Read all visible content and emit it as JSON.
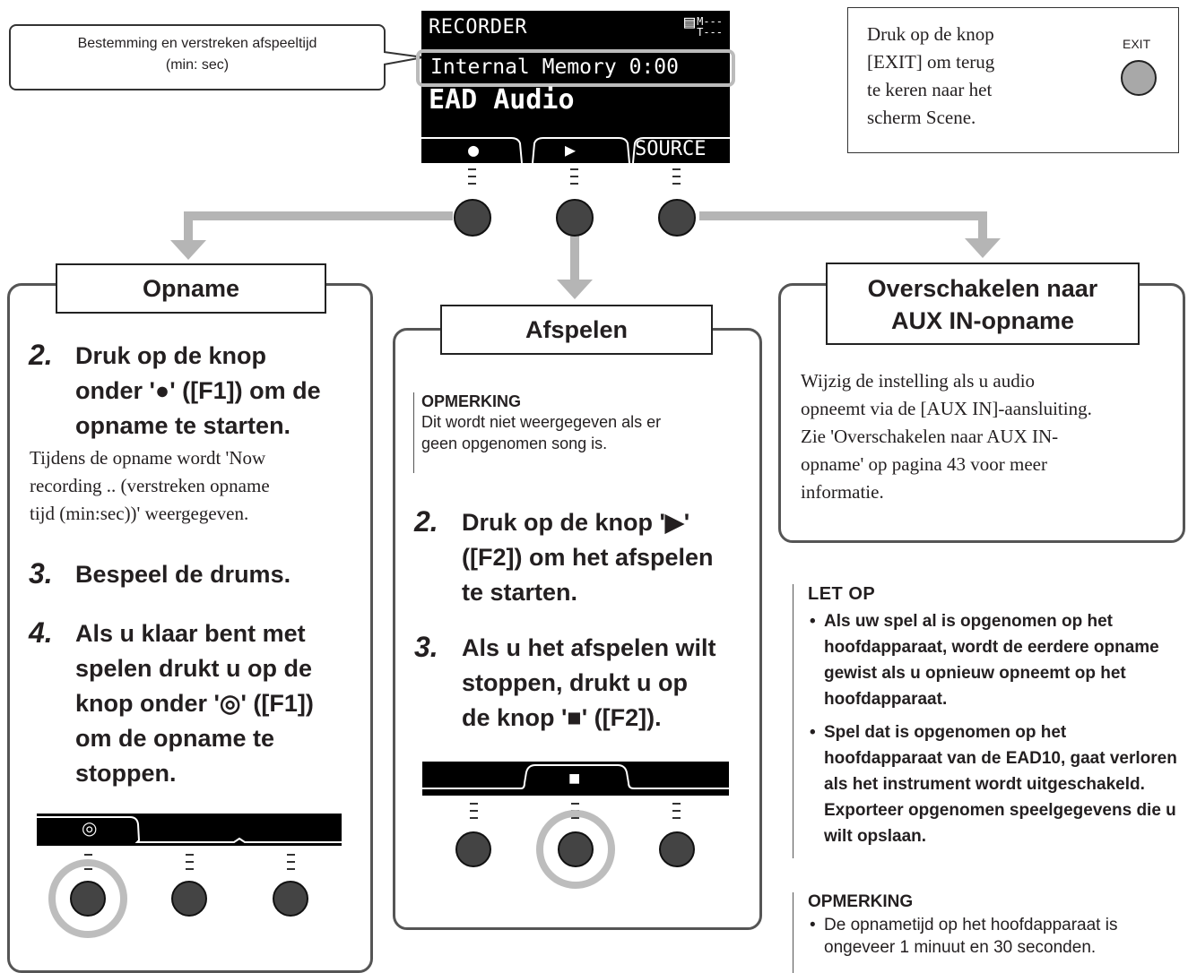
{
  "callout": {
    "line1": "Bestemming en verstreken afspeeltijd",
    "line2": "(min: sec)"
  },
  "lcd": {
    "title": "RECORDER",
    "mt_top": "M---",
    "mt_bottom": "T---",
    "destination": "Internal Memory",
    "time": "0:00",
    "source_name": "EAD Audio",
    "f1": "●",
    "f2": "▶",
    "f3": "SOURCE"
  },
  "exit_box": {
    "text_lines": [
      "Druk op de knop",
      "[EXIT] om terug",
      "te keren naar het",
      "scherm Scene."
    ],
    "button_label": "EXIT"
  },
  "opname": {
    "title": "Opname",
    "step2_num": "2.",
    "step2_lines": [
      "Druk op de knop",
      "onder '●' ([F1]) om de",
      "opname te starten."
    ],
    "step2_body": [
      "Tijdens de opname wordt 'Now",
      "recording .. (verstreken opname",
      "tijd (min:sec))' weergegeven."
    ],
    "step3_num": "3.",
    "step3_text": "Bespeel de drums.",
    "step4_num": "4.",
    "step4_lines": [
      "Als u klaar bent met",
      "spelen drukt u op de",
      "knop onder '◎' ([F1])",
      "om de opname te",
      "stoppen."
    ],
    "mini_f1": "◎"
  },
  "afspelen": {
    "title": "Afspelen",
    "note_heading": "OPMERKING",
    "note_lines": [
      "Dit wordt niet weergegeven als er",
      "geen opgenomen song is."
    ],
    "step2_num": "2.",
    "step2_lines": [
      "Druk op de knop '▶'",
      "([F2]) om het afspelen",
      "te starten."
    ],
    "step3_num": "3.",
    "step3_lines": [
      "Als u het afspelen wilt",
      "stoppen, drukt u op",
      "de knop '■' ([F2])."
    ],
    "mini_f2": "■"
  },
  "aux": {
    "title_line1": "Overschakelen naar",
    "title_line2": "AUX IN-opname",
    "body_lines": [
      "Wijzig de instelling als u audio",
      "opneemt via de [AUX IN]-aansluiting.",
      "Zie 'Overschakelen naar AUX IN-",
      "opname' op pagina 43 voor meer",
      "informatie."
    ]
  },
  "let_op": {
    "heading": "LET OP",
    "items": [
      "Als uw spel al is opgenomen op het hoofdapparaat, wordt de eerdere opname gewist als u opnieuw opneemt op het hoofdapparaat.",
      "Spel dat is opgenomen op het hoofdapparaat van de EAD10, gaat verloren als het instrument wordt uitgeschakeld. Exporteer opgenomen speelgegevens die u wilt opslaan."
    ]
  },
  "opmerking2": {
    "heading": "OPMERKING",
    "items": [
      "De opnametijd op het hoofdapparaat is ongeveer 1 minuut en 30 seconden."
    ]
  }
}
